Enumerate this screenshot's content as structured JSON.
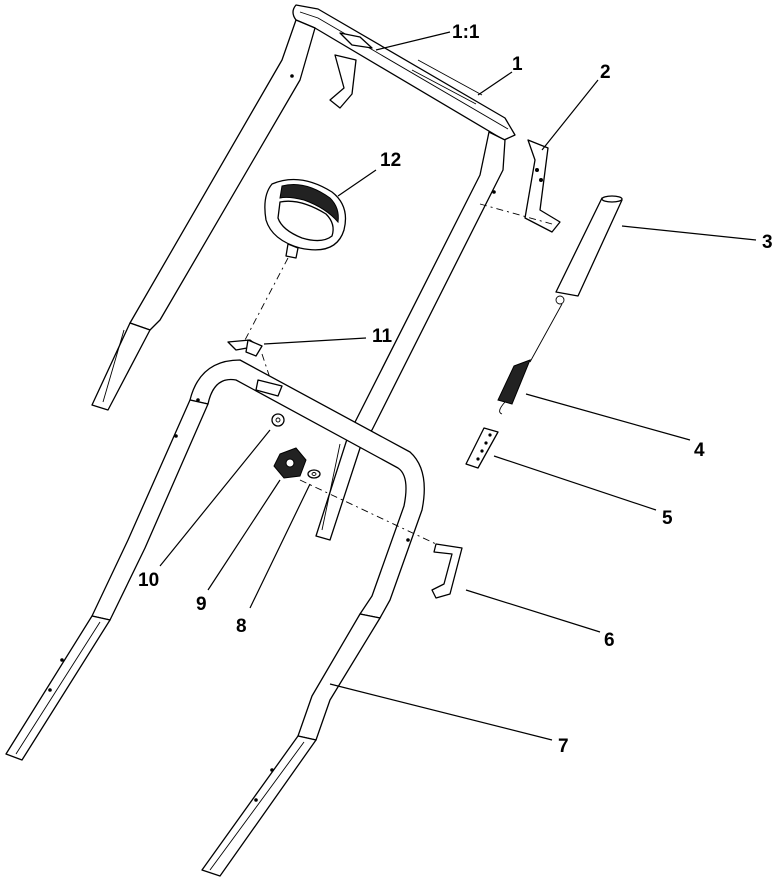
{
  "diagram": {
    "callouts": [
      {
        "id": "1:1",
        "label": "1:1"
      },
      {
        "id": "1",
        "label": "1"
      },
      {
        "id": "2",
        "label": "2"
      },
      {
        "id": "3",
        "label": "3"
      },
      {
        "id": "4",
        "label": "4"
      },
      {
        "id": "5",
        "label": "5"
      },
      {
        "id": "6",
        "label": "6"
      },
      {
        "id": "7",
        "label": "7"
      },
      {
        "id": "8",
        "label": "8"
      },
      {
        "id": "9",
        "label": "9"
      },
      {
        "id": "10",
        "label": "10"
      },
      {
        "id": "11",
        "label": "11"
      },
      {
        "id": "12",
        "label": "12"
      }
    ]
  }
}
